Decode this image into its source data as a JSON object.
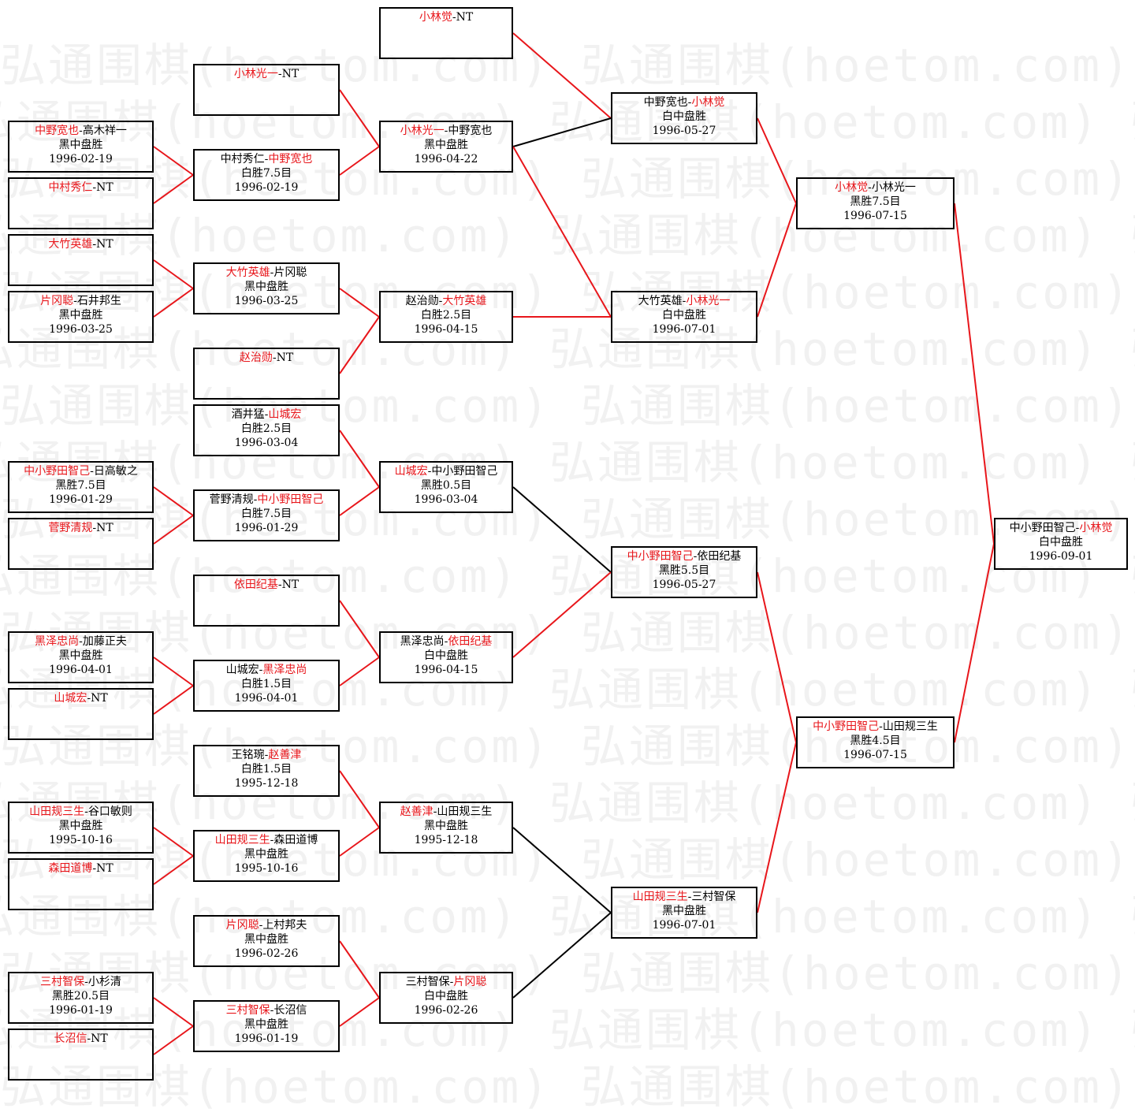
{
  "watermark": "弘通围棋(hoetom.com)",
  "colors": {
    "winner_text": "#e8161b",
    "winner_link": "#e8161b",
    "loser_link": "#000000",
    "border": "#000000"
  },
  "matches": [
    {
      "id": "r1-1",
      "p1": "中野宽也",
      "p2": "高木祥一",
      "winner": 1,
      "result": "黑中盘胜",
      "date": "1996-02-19"
    },
    {
      "id": "r1-2",
      "p1": "中村秀仁",
      "p2": "NT",
      "winner": 1,
      "result": "",
      "date": ""
    },
    {
      "id": "r1-3",
      "p1": "大竹英雄",
      "p2": "NT",
      "winner": 1,
      "result": "",
      "date": ""
    },
    {
      "id": "r1-4",
      "p1": "片冈聪",
      "p2": "石井邦生",
      "winner": 1,
      "result": "黑中盘胜",
      "date": "1996-03-25"
    },
    {
      "id": "r1-5",
      "p1": "中小野田智己",
      "p2": "日高敏之",
      "winner": 1,
      "result": "黑胜7.5目",
      "date": "1996-01-29"
    },
    {
      "id": "r1-6",
      "p1": "菅野清规",
      "p2": "NT",
      "winner": 1,
      "result": "",
      "date": ""
    },
    {
      "id": "r1-7",
      "p1": "黑泽忠尚",
      "p2": "加藤正夫",
      "winner": 1,
      "result": "黑中盘胜",
      "date": "1996-04-01"
    },
    {
      "id": "r1-8",
      "p1": "山城宏",
      "p2": "NT",
      "winner": 1,
      "result": "",
      "date": ""
    },
    {
      "id": "r1-9",
      "p1": "山田规三生",
      "p2": "谷口敏则",
      "winner": 1,
      "result": "黑中盘胜",
      "date": "1995-10-16"
    },
    {
      "id": "r1-10",
      "p1": "森田道博",
      "p2": "NT",
      "winner": 1,
      "result": "",
      "date": ""
    },
    {
      "id": "r1-11",
      "p1": "三村智保",
      "p2": "小杉清",
      "winner": 1,
      "result": "黑胜20.5目",
      "date": "1996-01-19"
    },
    {
      "id": "r1-12",
      "p1": "长沼信",
      "p2": "NT",
      "winner": 1,
      "result": "",
      "date": ""
    },
    {
      "id": "r2-1",
      "p1": "小林光一",
      "p2": "NT",
      "winner": 1,
      "result": "",
      "date": ""
    },
    {
      "id": "r2-2",
      "p1": "中村秀仁",
      "p2": "中野宽也",
      "winner": 2,
      "result": "白胜7.5目",
      "date": "1996-02-19"
    },
    {
      "id": "r2-3",
      "p1": "大竹英雄",
      "p2": "片冈聪",
      "winner": 1,
      "result": "黑中盘胜",
      "date": "1996-03-25"
    },
    {
      "id": "r2-4",
      "p1": "赵治勋",
      "p2": "NT",
      "winner": 1,
      "result": "",
      "date": ""
    },
    {
      "id": "r2-5",
      "p1": "酒井猛",
      "p2": "山城宏",
      "winner": 2,
      "result": "白胜2.5目",
      "date": "1996-03-04"
    },
    {
      "id": "r2-6",
      "p1": "菅野清规",
      "p2": "中小野田智己",
      "winner": 2,
      "result": "白胜7.5目",
      "date": "1996-01-29"
    },
    {
      "id": "r2-7",
      "p1": "依田纪基",
      "p2": "NT",
      "winner": 1,
      "result": "",
      "date": ""
    },
    {
      "id": "r2-8",
      "p1": "山城宏",
      "p2": "黑泽忠尚",
      "winner": 2,
      "result": "白胜1.5目",
      "date": "1996-04-01"
    },
    {
      "id": "r2-9",
      "p1": "王铭琬",
      "p2": "赵善津",
      "winner": 2,
      "result": "白胜1.5目",
      "date": "1995-12-18"
    },
    {
      "id": "r2-10",
      "p1": "山田规三生",
      "p2": "森田道博",
      "winner": 1,
      "result": "黑中盘胜",
      "date": "1995-10-16"
    },
    {
      "id": "r2-11",
      "p1": "片冈聪",
      "p2": "上村邦夫",
      "winner": 1,
      "result": "黑中盘胜",
      "date": "1996-02-26"
    },
    {
      "id": "r2-12",
      "p1": "三村智保",
      "p2": "长沼信",
      "winner": 1,
      "result": "黑中盘胜",
      "date": "1996-01-19"
    },
    {
      "id": "r3-1",
      "p1": "小林觉",
      "p2": "NT",
      "winner": 1,
      "result": "",
      "date": ""
    },
    {
      "id": "r3-2",
      "p1": "小林光一",
      "p2": "中野宽也",
      "winner": 1,
      "result": "黑中盘胜",
      "date": "1996-04-22"
    },
    {
      "id": "r3-3",
      "p1": "赵治勋",
      "p2": "大竹英雄",
      "winner": 2,
      "result": "白胜2.5目",
      "date": "1996-04-15"
    },
    {
      "id": "r3-4",
      "p1": "山城宏",
      "p2": "中小野田智己",
      "winner": 1,
      "result": "黑胜0.5目",
      "date": "1996-03-04"
    },
    {
      "id": "r3-5",
      "p1": "黑泽忠尚",
      "p2": "依田纪基",
      "winner": 2,
      "result": "白中盘胜",
      "date": "1996-04-15"
    },
    {
      "id": "r3-6",
      "p1": "赵善津",
      "p2": "山田规三生",
      "winner": 1,
      "result": "黑中盘胜",
      "date": "1995-12-18"
    },
    {
      "id": "r3-7",
      "p1": "三村智保",
      "p2": "片冈聪",
      "winner": 2,
      "result": "白中盘胜",
      "date": "1996-02-26"
    },
    {
      "id": "r4-1",
      "p1": "中野宽也",
      "p2": "小林觉",
      "winner": 2,
      "result": "白中盘胜",
      "date": "1996-05-27"
    },
    {
      "id": "r4-2",
      "p1": "大竹英雄",
      "p2": "小林光一",
      "winner": 2,
      "result": "白中盘胜",
      "date": "1996-07-01"
    },
    {
      "id": "r4-3",
      "p1": "中小野田智己",
      "p2": "依田纪基",
      "winner": 1,
      "result": "黑胜5.5目",
      "date": "1996-05-27"
    },
    {
      "id": "r4-4",
      "p1": "山田规三生",
      "p2": "三村智保",
      "winner": 1,
      "result": "黑中盘胜",
      "date": "1996-07-01"
    },
    {
      "id": "r5-1",
      "p1": "小林觉",
      "p2": "小林光一",
      "winner": 1,
      "result": "黑胜7.5目",
      "date": "1996-07-15"
    },
    {
      "id": "r5-2",
      "p1": "中小野田智己",
      "p2": "山田规三生",
      "winner": 1,
      "result": "黑胜4.5目",
      "date": "1996-07-15"
    },
    {
      "id": "final",
      "p1": "中小野田智己",
      "p2": "小林觉",
      "winner": 2,
      "result": "白中盘胜",
      "date": "1996-09-01"
    }
  ],
  "links": [
    {
      "from": "r1-1",
      "to": "r2-2",
      "win": true
    },
    {
      "from": "r1-2",
      "to": "r2-2",
      "win": true
    },
    {
      "from": "r1-3",
      "to": "r2-3",
      "win": true
    },
    {
      "from": "r1-4",
      "to": "r2-3",
      "win": true
    },
    {
      "from": "r1-5",
      "to": "r2-6",
      "win": true
    },
    {
      "from": "r1-6",
      "to": "r2-6",
      "win": true
    },
    {
      "from": "r1-7",
      "to": "r2-8",
      "win": true
    },
    {
      "from": "r1-8",
      "to": "r2-8",
      "win": true
    },
    {
      "from": "r1-9",
      "to": "r2-10",
      "win": true
    },
    {
      "from": "r1-10",
      "to": "r2-10",
      "win": true
    },
    {
      "from": "r1-11",
      "to": "r2-12",
      "win": true
    },
    {
      "from": "r1-12",
      "to": "r2-12",
      "win": true
    },
    {
      "from": "r2-1",
      "to": "r3-2",
      "win": true
    },
    {
      "from": "r2-2",
      "to": "r3-2",
      "win": true
    },
    {
      "from": "r2-3",
      "to": "r3-3",
      "win": true
    },
    {
      "from": "r2-4",
      "to": "r3-3",
      "win": true
    },
    {
      "from": "r2-5",
      "to": "r3-4",
      "win": true
    },
    {
      "from": "r2-6",
      "to": "r3-4",
      "win": true
    },
    {
      "from": "r2-7",
      "to": "r3-5",
      "win": true
    },
    {
      "from": "r2-8",
      "to": "r3-5",
      "win": true
    },
    {
      "from": "r2-9",
      "to": "r3-6",
      "win": true
    },
    {
      "from": "r2-10",
      "to": "r3-6",
      "win": true
    },
    {
      "from": "r2-11",
      "to": "r3-7",
      "win": true
    },
    {
      "from": "r2-12",
      "to": "r3-7",
      "win": true
    },
    {
      "from": "r3-1",
      "to": "r4-1",
      "win": true
    },
    {
      "from": "r3-2",
      "to": "r4-1",
      "win": false
    },
    {
      "from": "r3-2",
      "to": "r4-2",
      "win": true
    },
    {
      "from": "r3-3",
      "to": "r4-2",
      "win": true
    },
    {
      "from": "r3-4",
      "to": "r4-3",
      "win": false
    },
    {
      "from": "r3-5",
      "to": "r4-3",
      "win": true
    },
    {
      "from": "r3-6",
      "to": "r4-4",
      "win": false
    },
    {
      "from": "r3-7",
      "to": "r4-4",
      "win": false
    },
    {
      "from": "r4-1",
      "to": "r5-1",
      "win": true
    },
    {
      "from": "r4-2",
      "to": "r5-1",
      "win": true
    },
    {
      "from": "r4-3",
      "to": "r5-2",
      "win": true
    },
    {
      "from": "r4-4",
      "to": "r5-2",
      "win": true
    },
    {
      "from": "r5-1",
      "to": "final",
      "win": true
    },
    {
      "from": "r5-2",
      "to": "final",
      "win": true
    }
  ]
}
